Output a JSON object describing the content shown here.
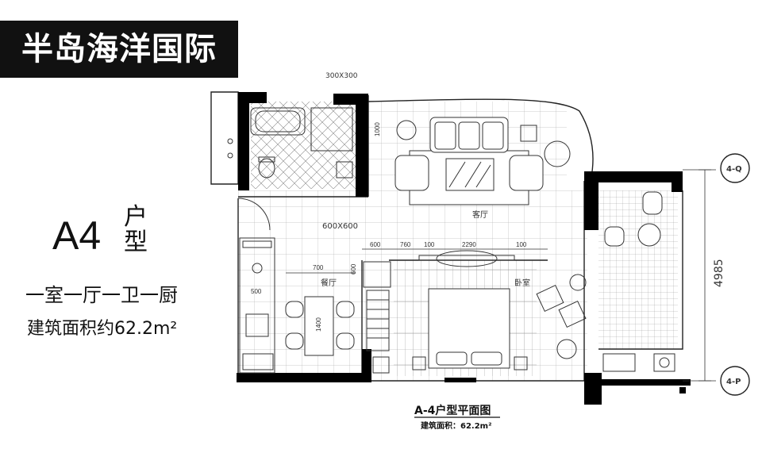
{
  "brand": {
    "title": "半岛海洋国际"
  },
  "unit": {
    "code": "A4",
    "suffix": "户型",
    "layout": "一室一厅一卫一厨",
    "area": "建筑面积约62.2m²"
  },
  "plan": {
    "caption": "A-4户型平面图",
    "caption_area": "建筑面积：62.2m²",
    "rooms": {
      "living": "客厅",
      "dining": "餐厅",
      "bedroom": "卧室",
      "floor_tile": "600X600",
      "bath_tile": "300X300"
    },
    "dimensions": {
      "d600": "600",
      "d760": "760",
      "d100a": "100",
      "d2290": "2290",
      "d100b": "100",
      "d700": "700",
      "d1400": "1400",
      "d500": "500",
      "d600v": "600",
      "d1000": "1000",
      "d4985": "4985"
    },
    "axes": {
      "q": "4-Q",
      "p": "4-P"
    }
  }
}
